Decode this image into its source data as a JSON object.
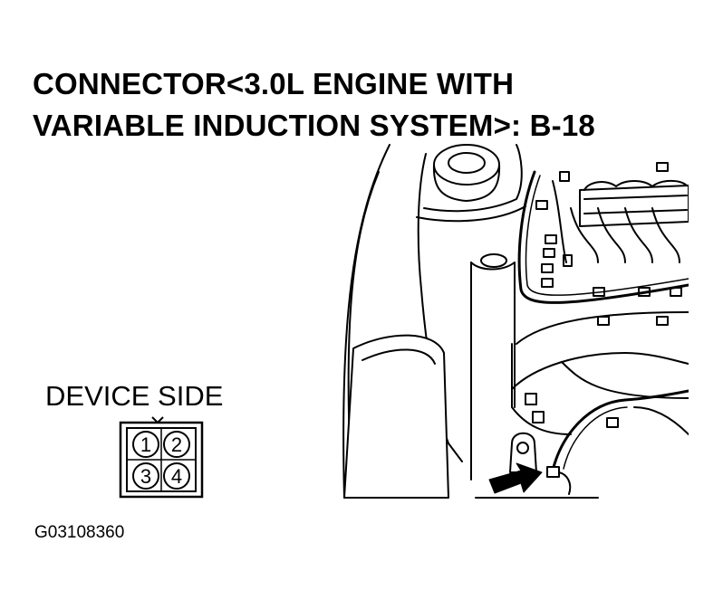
{
  "title": {
    "line1": "CONNECTOR<3.0L ENGINE WITH",
    "line2": "VARIABLE INDUCTION SYSTEM>: B-18"
  },
  "connector": {
    "label": "DEVICE SIDE",
    "pins": [
      "1",
      "2",
      "3",
      "4"
    ]
  },
  "figure_code": "G03108360",
  "icons": {
    "arrow": "pointer-arrow-icon",
    "connector": "connector-face-icon"
  }
}
